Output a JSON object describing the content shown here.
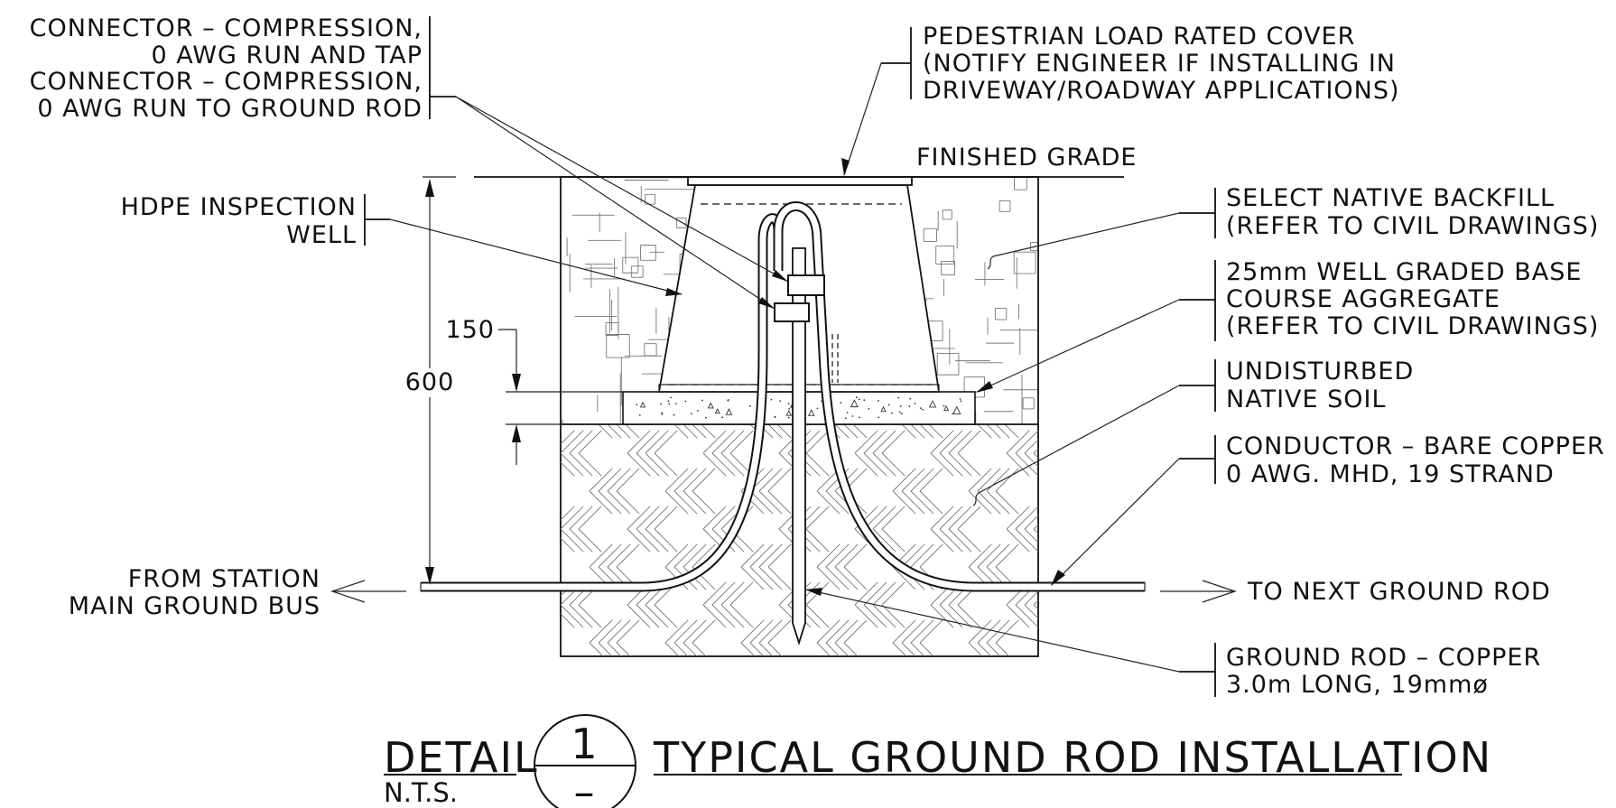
{
  "labels": {
    "connector_1_line1": "CONNECTOR – COMPRESSION,",
    "connector_1_line2": "0 AWG RUN AND TAP",
    "connector_2_line1": "CONNECTOR – COMPRESSION,",
    "connector_2_line2": "0 AWG RUN TO GROUND ROD",
    "cover_line1": "PEDESTRIAN LOAD RATED COVER",
    "cover_line2": "(NOTIFY ENGINEER IF INSTALLING IN",
    "cover_line3": "DRIVEWAY/ROADWAY APPLICATIONS)",
    "finished_grade": "FINISHED GRADE",
    "well_line1": "HDPE INSPECTION",
    "well_line2": "WELL",
    "backfill_line1": "SELECT NATIVE BACKFILL",
    "backfill_line2": "(REFER TO CIVIL DRAWINGS)",
    "aggregate_line1": "25mm WELL GRADED BASE",
    "aggregate_line2": "COURSE AGGREGATE",
    "aggregate_line3": "(REFER TO CIVIL DRAWINGS)",
    "soil_line1": "UNDISTURBED",
    "soil_line2": "NATIVE SOIL",
    "conductor_line1": "CONDUCTOR – BARE COPPER",
    "conductor_line2": "0 AWG. MHD, 19 STRAND",
    "from_station_line1": "FROM STATION",
    "from_station_line2": "MAIN GROUND BUS",
    "to_next": "TO NEXT GROUND ROD",
    "rod_line1": "GROUND ROD – COPPER",
    "rod_line2": "3.0m LONG, 19mmø"
  },
  "dimensions": {
    "dim_150": "150",
    "dim_600": "600"
  },
  "title_block": {
    "detail_word": "DETAIL",
    "detail_number": "1",
    "sheet_ref": "–",
    "title": "TYPICAL GROUND ROD INSTALLATION",
    "scale": "N.T.S."
  }
}
